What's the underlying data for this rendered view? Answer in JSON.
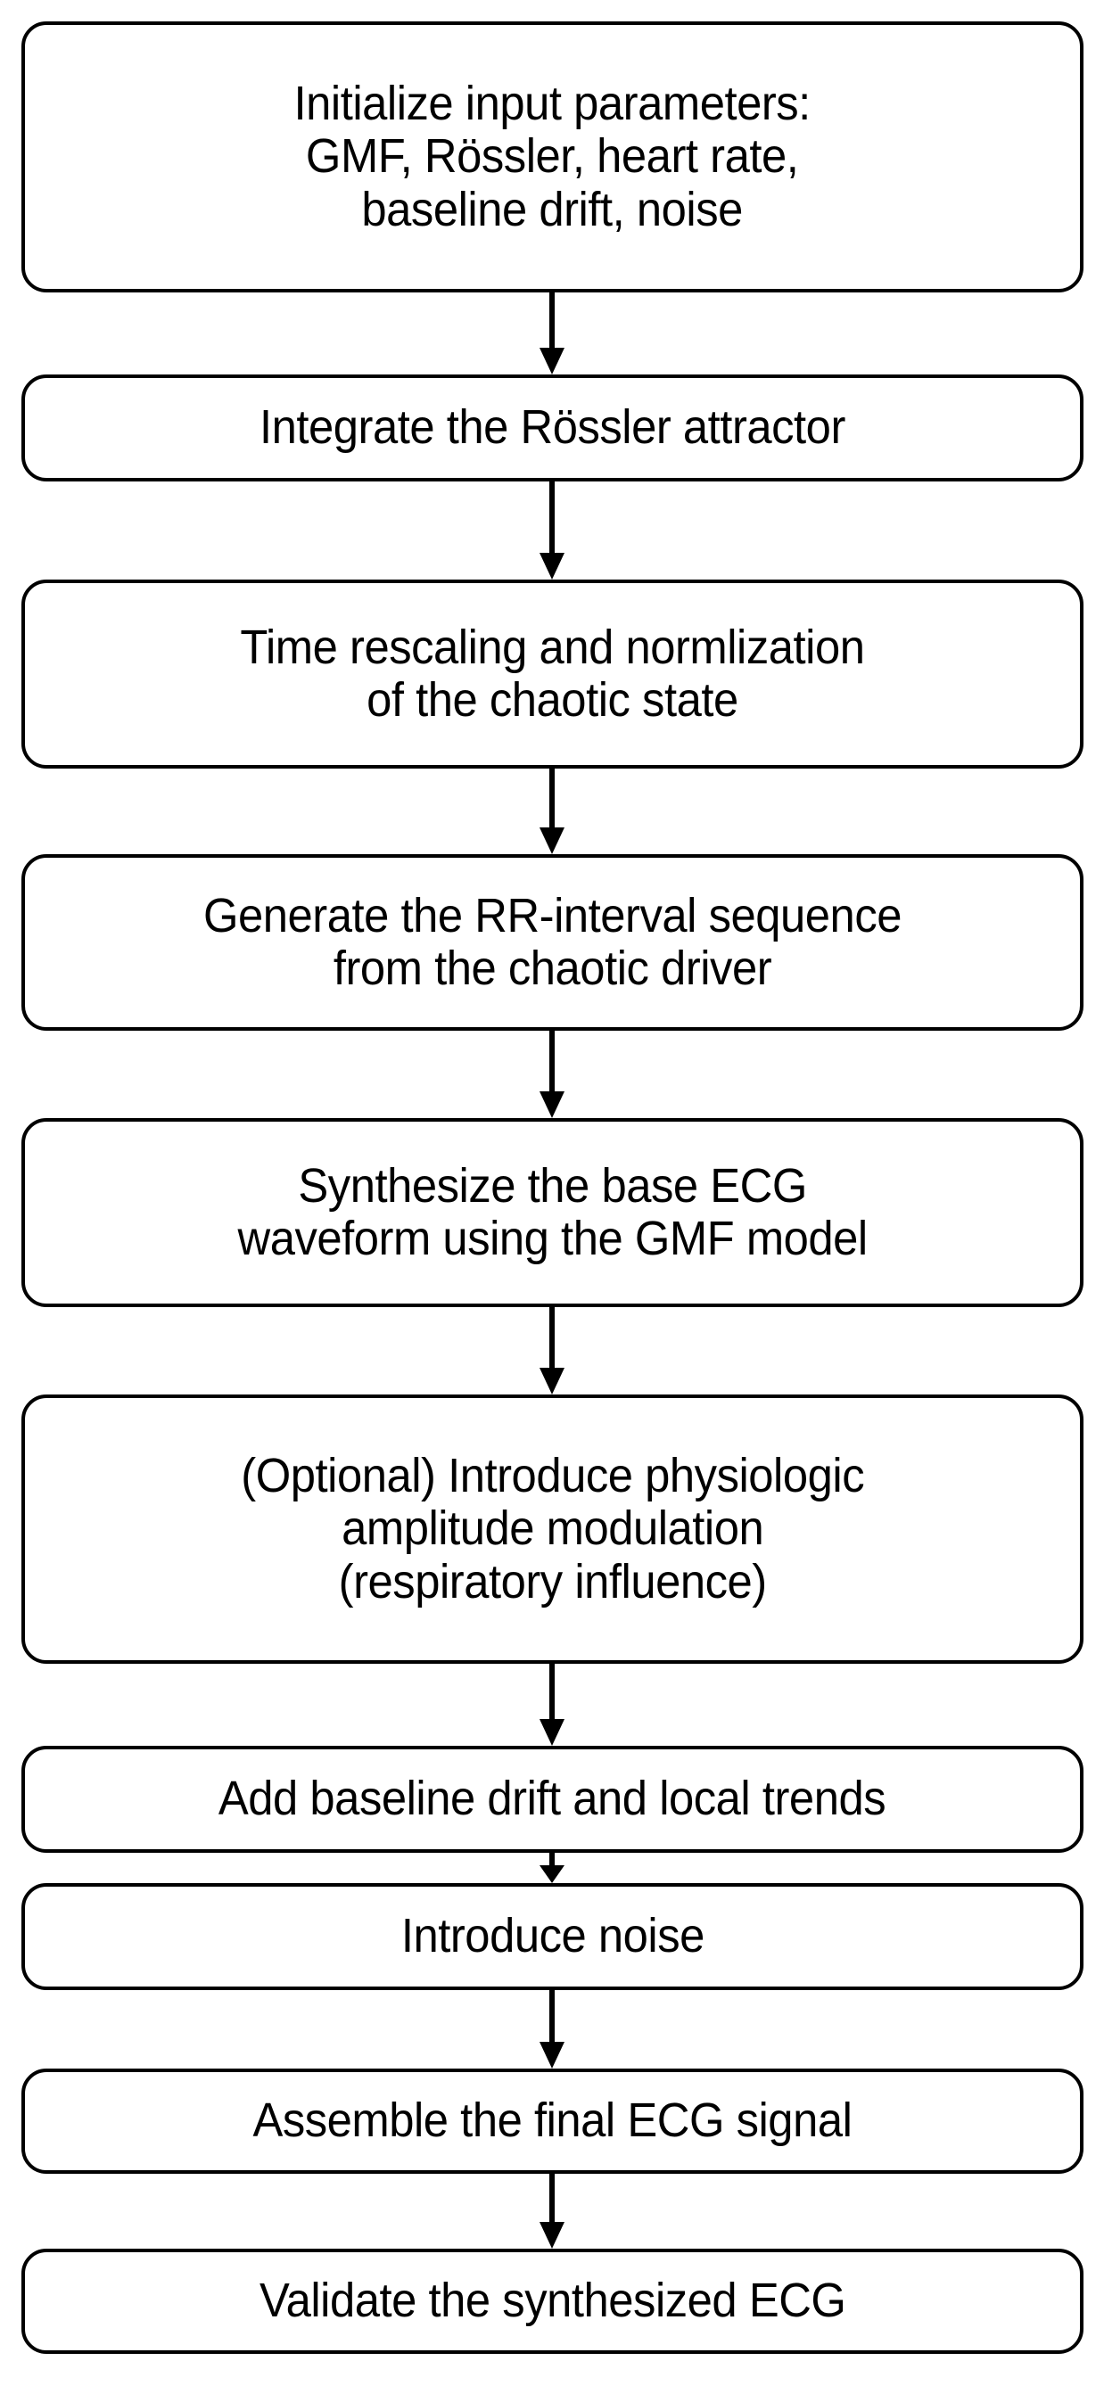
{
  "diagram": {
    "title": "ECG synthesis pipeline flowchart",
    "orientation": "top-to-bottom",
    "colors": {
      "background": "#ffffff",
      "node_border": "#000000",
      "node_fill": "#ffffff",
      "text": "#000000",
      "arrow": "#000000"
    },
    "nodes": [
      {
        "id": "step-1",
        "name": "initialize-input-parameters",
        "label": "Initialize input parameters:\nGMF, Rössler, heart rate,\nbaseline drift, noise",
        "lines": 3
      },
      {
        "id": "step-2",
        "name": "integrate-rossler-attractor",
        "label": "Integrate the Rössler attractor",
        "lines": 1
      },
      {
        "id": "step-3",
        "name": "time-rescaling-normalization",
        "label": "Time rescaling and normlization\nof the chaotic state",
        "lines": 2
      },
      {
        "id": "step-4",
        "name": "generate-rr-interval-sequence",
        "label": "Generate the RR-interval sequence\nfrom the chaotic driver",
        "lines": 2
      },
      {
        "id": "step-5",
        "name": "synthesize-base-ecg-waveform",
        "label": "Synthesize the base ECG\nwaveform using the GMF model",
        "lines": 2
      },
      {
        "id": "step-6",
        "name": "introduce-amplitude-modulation",
        "label": "(Optional) Introduce physiologic\namplitude modulation\n(respiratory influence)",
        "lines": 3
      },
      {
        "id": "step-7",
        "name": "add-baseline-drift-local-trends",
        "label": "Add baseline drift and local trends",
        "lines": 1
      },
      {
        "id": "step-8",
        "name": "introduce-noise",
        "label": "Introduce noise",
        "lines": 1
      },
      {
        "id": "step-9",
        "name": "assemble-final-ecg-signal",
        "label": "Assemble the final ECG signal",
        "lines": 1
      },
      {
        "id": "step-10",
        "name": "validate-synthesized-ecg",
        "label": "Validate the synthesized ECG",
        "lines": 1
      }
    ],
    "edges": [
      {
        "from": "step-1",
        "to": "step-2",
        "label": ""
      },
      {
        "from": "step-2",
        "to": "step-3",
        "label": ""
      },
      {
        "from": "step-3",
        "to": "step-4",
        "label": ""
      },
      {
        "from": "step-4",
        "to": "step-5",
        "label": ""
      },
      {
        "from": "step-5",
        "to": "step-6",
        "label": ""
      },
      {
        "from": "step-6",
        "to": "step-7",
        "label": ""
      },
      {
        "from": "step-7",
        "to": "step-8",
        "label": ""
      },
      {
        "from": "step-8",
        "to": "step-9",
        "label": ""
      },
      {
        "from": "step-9",
        "to": "step-10",
        "label": ""
      }
    ]
  }
}
